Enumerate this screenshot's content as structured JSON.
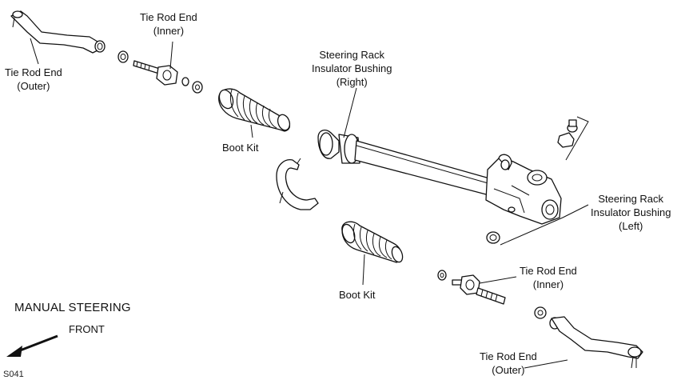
{
  "title": "MANUAL STEERING",
  "direction_label": "FRONT",
  "figure_code": "S041",
  "labels": {
    "tie_rod_end_inner_top": [
      "Tie Rod End",
      "(Inner)"
    ],
    "tie_rod_end_outer_top": [
      "Tie Rod End",
      "(Outer)"
    ],
    "boot_kit_top": "Boot Kit",
    "insulator_bushing_right": [
      "Steering Rack",
      "Insulator Bushing",
      "(Right)"
    ],
    "insulator_bushing_left": [
      "Steering Rack",
      "Insulator Bushing",
      "(Left)"
    ],
    "boot_kit_bottom": "Boot Kit",
    "tie_rod_end_inner_bottom": [
      "Tie Rod End",
      "(Inner)"
    ],
    "tie_rod_end_outer_bottom": [
      "Tie Rod End",
      "(Outer)"
    ]
  },
  "parts": [
    "tie-rod-end-outer-left",
    "nut",
    "tie-rod-end-inner-left",
    "boot-kit-left",
    "steering-rack",
    "insulator-bushing-right",
    "mounting-clamp",
    "insulator-bushing-left",
    "boot-kit-right",
    "tie-rod-end-inner-right",
    "tie-rod-end-outer-right"
  ]
}
